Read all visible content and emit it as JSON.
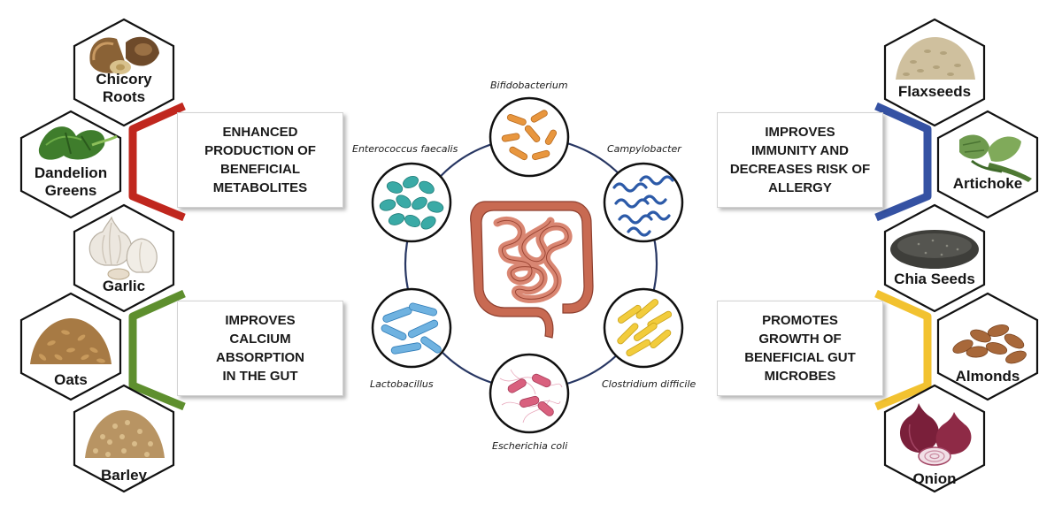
{
  "left_foods": [
    {
      "name": "Chicory\nRoots",
      "icon": "chicory-root-icon"
    },
    {
      "name": "Dandelion\nGreens",
      "icon": "dandelion-greens-icon"
    },
    {
      "name": "Garlic",
      "icon": "garlic-icon"
    },
    {
      "name": "Oats",
      "icon": "oats-icon"
    },
    {
      "name": "Barley",
      "icon": "barley-icon"
    }
  ],
  "right_foods": [
    {
      "name": "Flaxseeds",
      "icon": "flaxseeds-icon"
    },
    {
      "name": "Artichoke",
      "icon": "artichoke-icon"
    },
    {
      "name": "Chia Seeds",
      "icon": "chia-seeds-icon"
    },
    {
      "name": "Almonds",
      "icon": "almonds-icon"
    },
    {
      "name": "Onion",
      "icon": "onion-icon"
    }
  ],
  "benefits": {
    "top_left": "ENHANCED\nPRODUCTION OF\nBENEFICIAL\nMETABOLITES",
    "bottom_left": "IMPROVES\nCALCIUM\nABSORPTION\nIN THE GUT",
    "top_right": "IMPROVES\nIMMUNITY AND\nDECREASES RISK OF\nALLERGY",
    "bottom_right": "PROMOTES\nGROWTH OF\nBENEFICIAL GUT\nMICROBES"
  },
  "bacteria": [
    {
      "name": "Bifidobacterium",
      "color": "#e8963e"
    },
    {
      "name": "Campylobacter",
      "color": "#2c5aa8"
    },
    {
      "name": "Clostridium difficile",
      "color": "#e9c32c"
    },
    {
      "name": "Escherichia coli",
      "color": "#d9607e"
    },
    {
      "name": "Lactobacillus",
      "color": "#4b96cf"
    },
    {
      "name": "Enterococcus faecalis",
      "color": "#2ea3a0"
    }
  ],
  "center": {
    "icon": "intestine-icon",
    "color": "#c6634e"
  },
  "colors": {
    "red": "#c0271e",
    "green": "#5e8f2e",
    "blue": "#3552a3",
    "yellow": "#f2c230",
    "ring": "#283763"
  }
}
